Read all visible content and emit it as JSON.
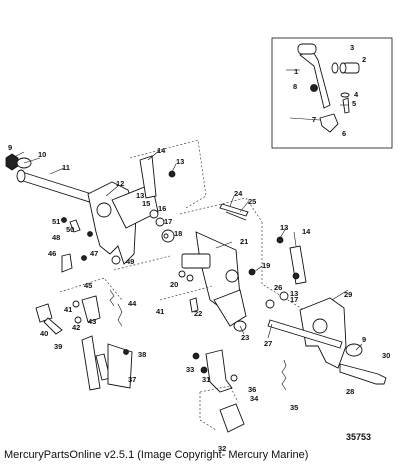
{
  "figure_number": "35753",
  "footer": "MercuryPartsOnline v2.5.1 (Image Copyright- Mercury Marine)",
  "callouts": {
    "inset": [
      "1",
      "2",
      "3",
      "4",
      "5",
      "6",
      "7",
      "8"
    ],
    "main": [
      "9",
      "10",
      "11",
      "12",
      "13",
      "14",
      "15",
      "16",
      "17",
      "18",
      "19",
      "20",
      "21",
      "22",
      "23",
      "24",
      "25",
      "26",
      "27",
      "28",
      "29",
      "30",
      "31",
      "32",
      "33",
      "34",
      "35",
      "36",
      "37",
      "38",
      "39",
      "40",
      "41",
      "42",
      "43",
      "44",
      "45",
      "46",
      "47",
      "48",
      "49",
      "50",
      "51"
    ]
  }
}
